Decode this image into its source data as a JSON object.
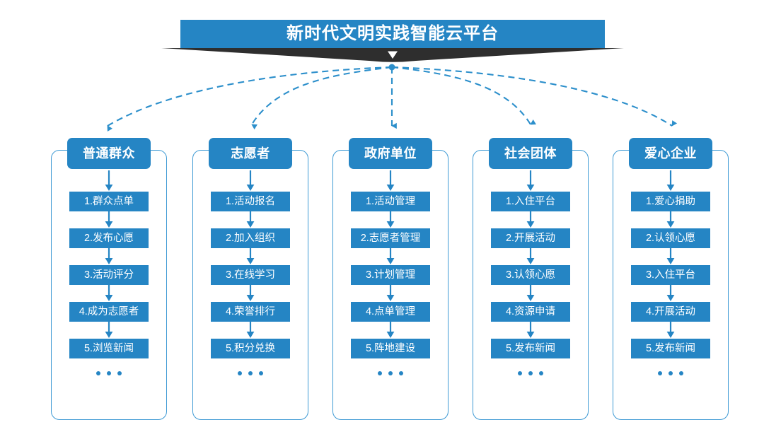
{
  "header": {
    "title": "新时代文明实践智能云平台",
    "accent_color": "#2585C4",
    "ribbon_color": "#2E2E2E",
    "chevron_icon": "chevron-down-icon"
  },
  "connector": {
    "style": "dashed",
    "color": "#2C8FCB",
    "origin_label": "platform-hub"
  },
  "columns": [
    {
      "header": "普通群众",
      "steps": [
        "1.群众点单",
        "2.发布心愿",
        "3.活动评分",
        "4.成为志愿者",
        "5.浏览新闻"
      ],
      "more": "..."
    },
    {
      "header": "志愿者",
      "steps": [
        "1.活动报名",
        "2.加入组织",
        "3.在线学习",
        "4.荣誉排行",
        "5.积分兑换"
      ],
      "more": "..."
    },
    {
      "header": "政府单位",
      "steps": [
        "1.活动管理",
        "2.志愿者管理",
        "3.计划管理",
        "4.点单管理",
        "5.阵地建设"
      ],
      "more": "..."
    },
    {
      "header": "社会团体",
      "steps": [
        "1.入住平台",
        "2.开展活动",
        "3.认领心愿",
        "4.资源申请",
        "5.发布新闻"
      ],
      "more": "..."
    },
    {
      "header": "爱心企业",
      "steps": [
        "1.爱心捐助",
        "2.认领心愿",
        "3.入住平台",
        "4.开展活动",
        "5.发布新闻"
      ],
      "more": "..."
    }
  ]
}
